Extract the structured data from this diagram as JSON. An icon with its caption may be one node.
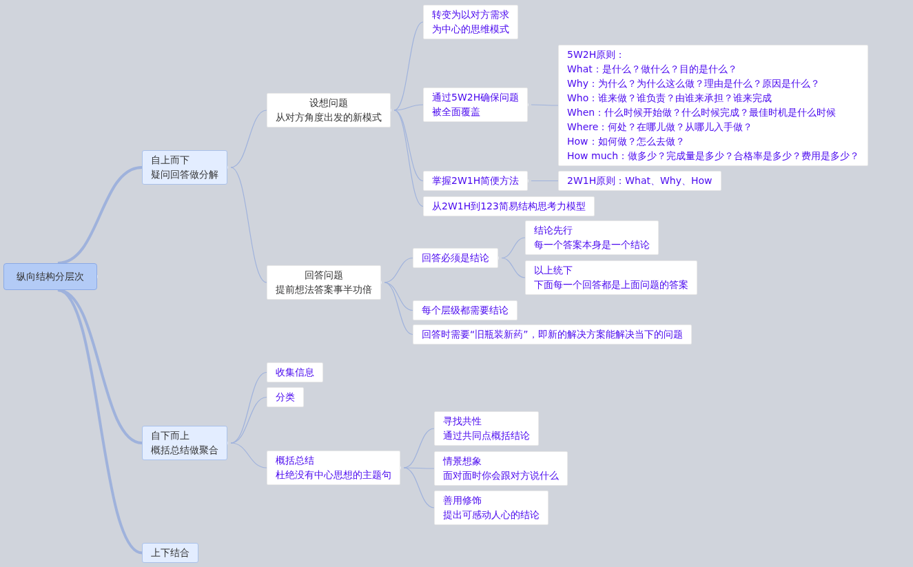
{
  "diagram": {
    "nodes": [
      {
        "text": [
          "纵向结构分层次"
        ]
      },
      {
        "text": [
          "自上而下",
          "疑问回答做分解"
        ]
      },
      {
        "text": [
          "设想问题",
          "从对方角度出发的新模式"
        ]
      },
      {
        "text": [
          "转变为以对方需求",
          "为中心的思维模式"
        ]
      },
      {
        "text": [
          "通过5W2H确保问题",
          "被全面覆盖"
        ]
      },
      {
        "text": [
          "5W2H原则：",
          "What：是什么？做什么？目的是什么？",
          "Why：为什么？为什么这么做？理由是什么？原因是什么？",
          "Who：谁来做？谁负责？由谁来承担？谁来完成",
          "When：什么时候开始做？什么时候完成？最佳时机是什么时候",
          "Where：何处？在哪儿做？从哪儿入手做？",
          "How：如何做？怎么去做？",
          "How much：做多少？完成量是多少？合格率是多少？费用是多少？"
        ]
      },
      {
        "text": [
          "掌握2W1H简便方法"
        ]
      },
      {
        "text": [
          "2W1H原则：What、Why、How"
        ]
      },
      {
        "text": [
          "从2W1H到123简易结构思考力模型"
        ]
      },
      {
        "text": [
          "回答问题",
          "提前想法答案事半功倍"
        ]
      },
      {
        "text": [
          "回答必须是结论"
        ]
      },
      {
        "text": [
          "结论先行",
          "每一个答案本身是一个结论"
        ]
      },
      {
        "text": [
          "以上统下",
          "下面每一个回答都是上面问题的答案"
        ]
      },
      {
        "text": [
          "每个层级都需要结论"
        ]
      },
      {
        "text": [
          "回答时需要“旧瓶装新药”，即新的解决方案能解决当下的问题"
        ]
      },
      {
        "text": [
          "自下而上",
          "概括总结做聚合"
        ]
      },
      {
        "text": [
          "收集信息"
        ]
      },
      {
        "text": [
          "分类"
        ]
      },
      {
        "text": [
          "概括总结",
          "杜绝没有中心思想的主题句"
        ]
      },
      {
        "text": [
          "寻找共性",
          "通过共同点概括结论"
        ]
      },
      {
        "text": [
          "情景想象",
          "面对面时你会跟对方说什么"
        ]
      },
      {
        "text": [
          "善用修饰",
          "提出可感动人心的结论"
        ]
      },
      {
        "text": [
          "上下结合"
        ]
      }
    ],
    "edges": [
      {
        "from": 0,
        "to": 1,
        "arrow": "none",
        "style": "thick"
      },
      {
        "from": 0,
        "to": 15,
        "arrow": "none",
        "style": "thick"
      },
      {
        "from": 0,
        "to": 22,
        "arrow": "none",
        "style": "thick"
      },
      {
        "from": 1,
        "to": 2,
        "arrow": "none"
      },
      {
        "from": 1,
        "to": 9,
        "arrow": "none"
      },
      {
        "from": 2,
        "to": 3,
        "arrow": "none"
      },
      {
        "from": 2,
        "to": 4,
        "arrow": "none"
      },
      {
        "from": 2,
        "to": 6,
        "arrow": "none"
      },
      {
        "from": 2,
        "to": 8,
        "arrow": "none"
      },
      {
        "from": 4,
        "to": 5,
        "arrow": "none"
      },
      {
        "from": 6,
        "to": 7,
        "arrow": "none"
      },
      {
        "from": 9,
        "to": 10,
        "arrow": "none"
      },
      {
        "from": 9,
        "to": 13,
        "arrow": "none"
      },
      {
        "from": 9,
        "to": 14,
        "arrow": "none"
      },
      {
        "from": 10,
        "to": 11,
        "arrow": "none"
      },
      {
        "from": 10,
        "to": 12,
        "arrow": "none"
      },
      {
        "from": 15,
        "to": 16,
        "arrow": "none"
      },
      {
        "from": 15,
        "to": 17,
        "arrow": "none"
      },
      {
        "from": 15,
        "to": 18,
        "arrow": "none"
      },
      {
        "from": 18,
        "to": 19,
        "arrow": "none"
      },
      {
        "from": 18,
        "to": 20,
        "arrow": "none"
      },
      {
        "from": 18,
        "to": 21,
        "arrow": "none"
      }
    ]
  }
}
